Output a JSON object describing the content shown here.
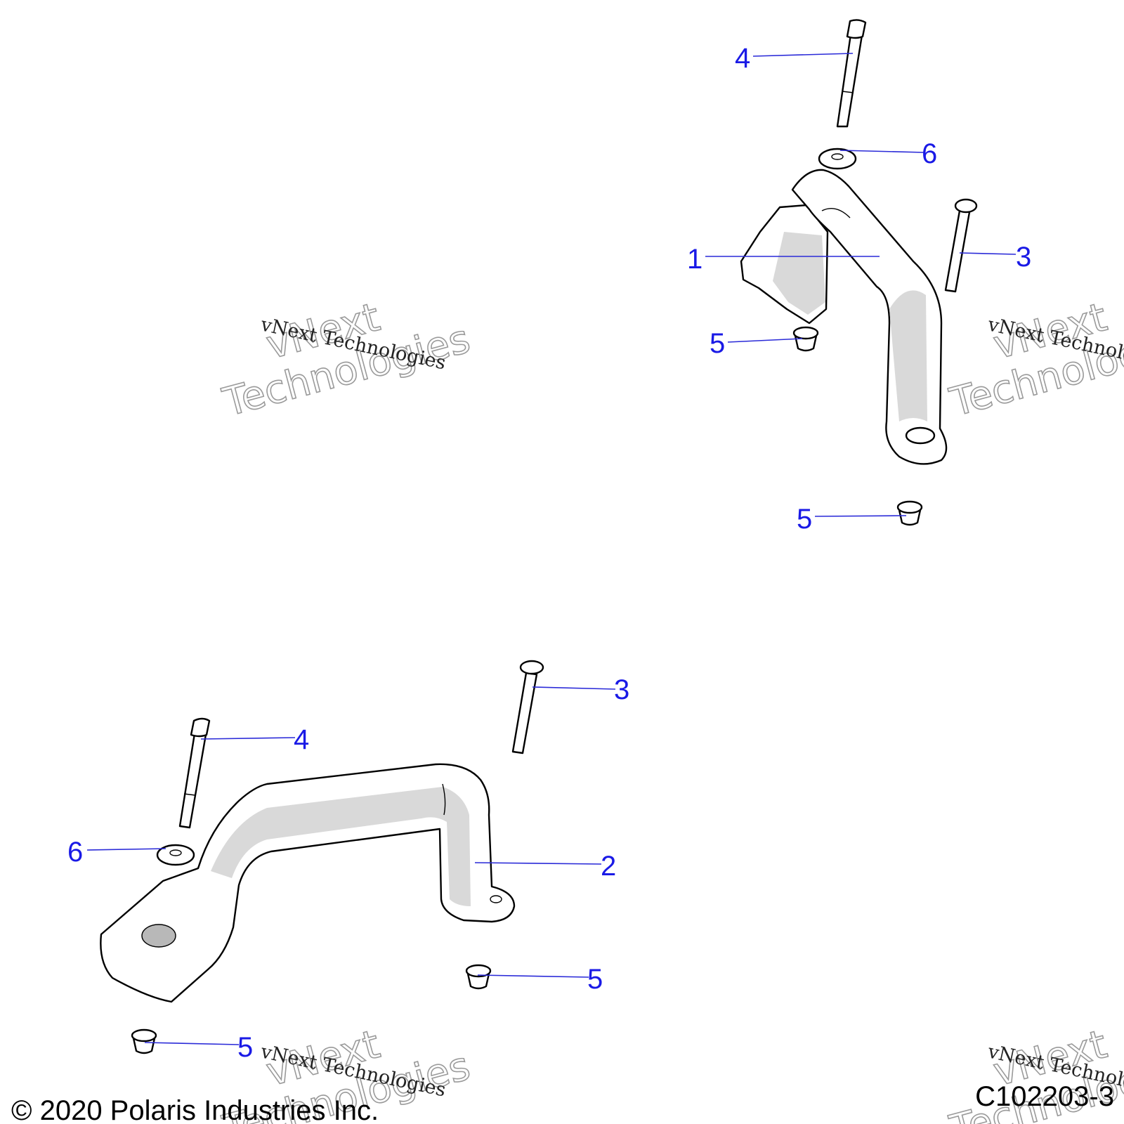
{
  "callouts": {
    "top": {
      "c4": "4",
      "c6": "6",
      "c3": "3",
      "c1": "1",
      "c5a": "5",
      "c5b": "5"
    },
    "bottom": {
      "c3": "3",
      "c4": "4",
      "c6": "6",
      "c2": "2",
      "c5a": "5",
      "c5b": "5"
    }
  },
  "watermark": {
    "line1": "vNext",
    "line2": "Technologies",
    "small": "vNext Technologies"
  },
  "footer": {
    "copyright": "© 2020 Polaris Industries Inc.",
    "code": "C102203-3"
  },
  "colors": {
    "callout": "#1a1ae6",
    "line": "#000000"
  }
}
